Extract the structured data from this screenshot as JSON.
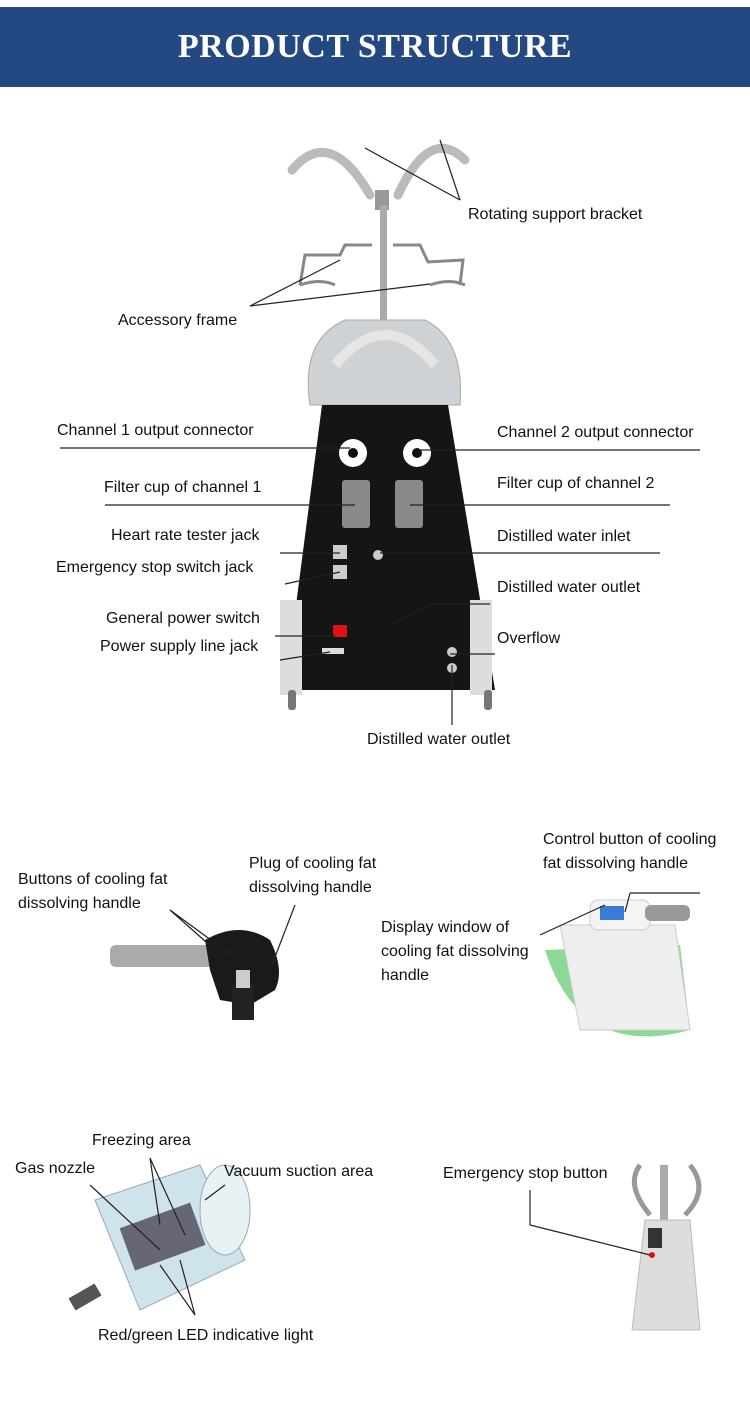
{
  "header": {
    "title": "PRODUCT STRUCTURE"
  },
  "main_unit": {
    "labels": {
      "rotating_support_bracket": "Rotating support bracket",
      "accessory_frame": "Accessory frame",
      "channel1_output": "Channel 1 output connector",
      "channel2_output": "Channel 2 output connector",
      "filter_cup_1": "Filter cup of channel 1",
      "filter_cup_2": "Filter cup of channel 2",
      "heart_rate_jack": "Heart rate tester jack",
      "emergency_stop_jack": "Emergency stop switch jack",
      "distilled_water_inlet": "Distilled water inlet",
      "distilled_water_outlet_upper": "Distilled water outlet",
      "general_power_switch": "General power switch",
      "power_supply_jack": "Power supply line jack",
      "overflow": "Overflow",
      "distilled_water_outlet_lower": "Distilled water outlet"
    }
  },
  "handle_section": {
    "buttons": "Buttons of cooling fat\ndissolving handle",
    "plug": "Plug of cooling fat\ndissolving handle",
    "control_button": "Control button of cooling\nfat dissolving handle",
    "display_window": "Display window of\ncooling fat dissolving\nhandle"
  },
  "applicator_section": {
    "freezing_area": "Freezing area",
    "gas_nozzle": "Gas nozzle",
    "vacuum_suction": "Vacuum suction area",
    "led_light": "Red/green LED indicative light",
    "emergency_stop_button": "Emergency stop button"
  }
}
